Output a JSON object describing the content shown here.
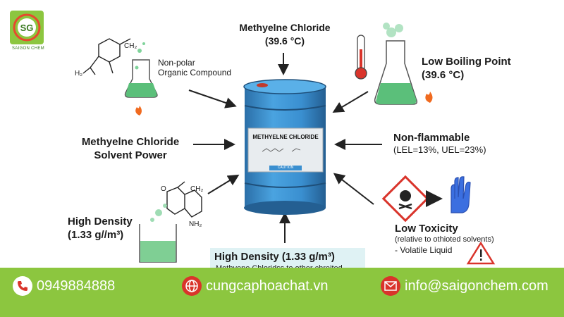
{
  "logo": {
    "text": "SAIGON CHEM",
    "mark": "SG"
  },
  "top_center": {
    "line1": "Methyelne Chloride",
    "line2": "(39.6 °C)"
  },
  "nonpolar": {
    "line1": "Non-polar",
    "line2": "Organic Compound"
  },
  "boiling": {
    "line1": "Low Boiling Point",
    "line2": "(39.6 °C)"
  },
  "solvent": {
    "line1": "Methyelne Chloride",
    "line2": "Solvent Power"
  },
  "drum": {
    "label": "METHYELNE CHLORIDE",
    "caution": "CAUTION",
    "color": "#3a8fd0"
  },
  "nonflammable": {
    "title": "Non-flammable",
    "detail": "(LEL=13%, UEL=23%)"
  },
  "density_left": {
    "line1": "High Density",
    "line2": "(1.33 g//m³)"
  },
  "toxicity": {
    "title": "Low Toxicity",
    "detail": "(relative to othioted solvents)",
    "extra": "- Volatile Liquid"
  },
  "density_bottom": {
    "title": "High Density (1.33 g/m³)",
    "sub": "Methyene Chloridss to other chreited"
  },
  "molecule_labels": {
    "ch2_top": "CH₂",
    "h2": "H₂",
    "o": "O",
    "ch2_left": "CH₂",
    "nh2": "NH₂"
  },
  "footer": {
    "phone": "0949884888",
    "website": "cungcaphoachat.vn",
    "email": "info@saigonchem.com",
    "bg_color": "#8cc63f",
    "icon_color": "#d9342b"
  }
}
